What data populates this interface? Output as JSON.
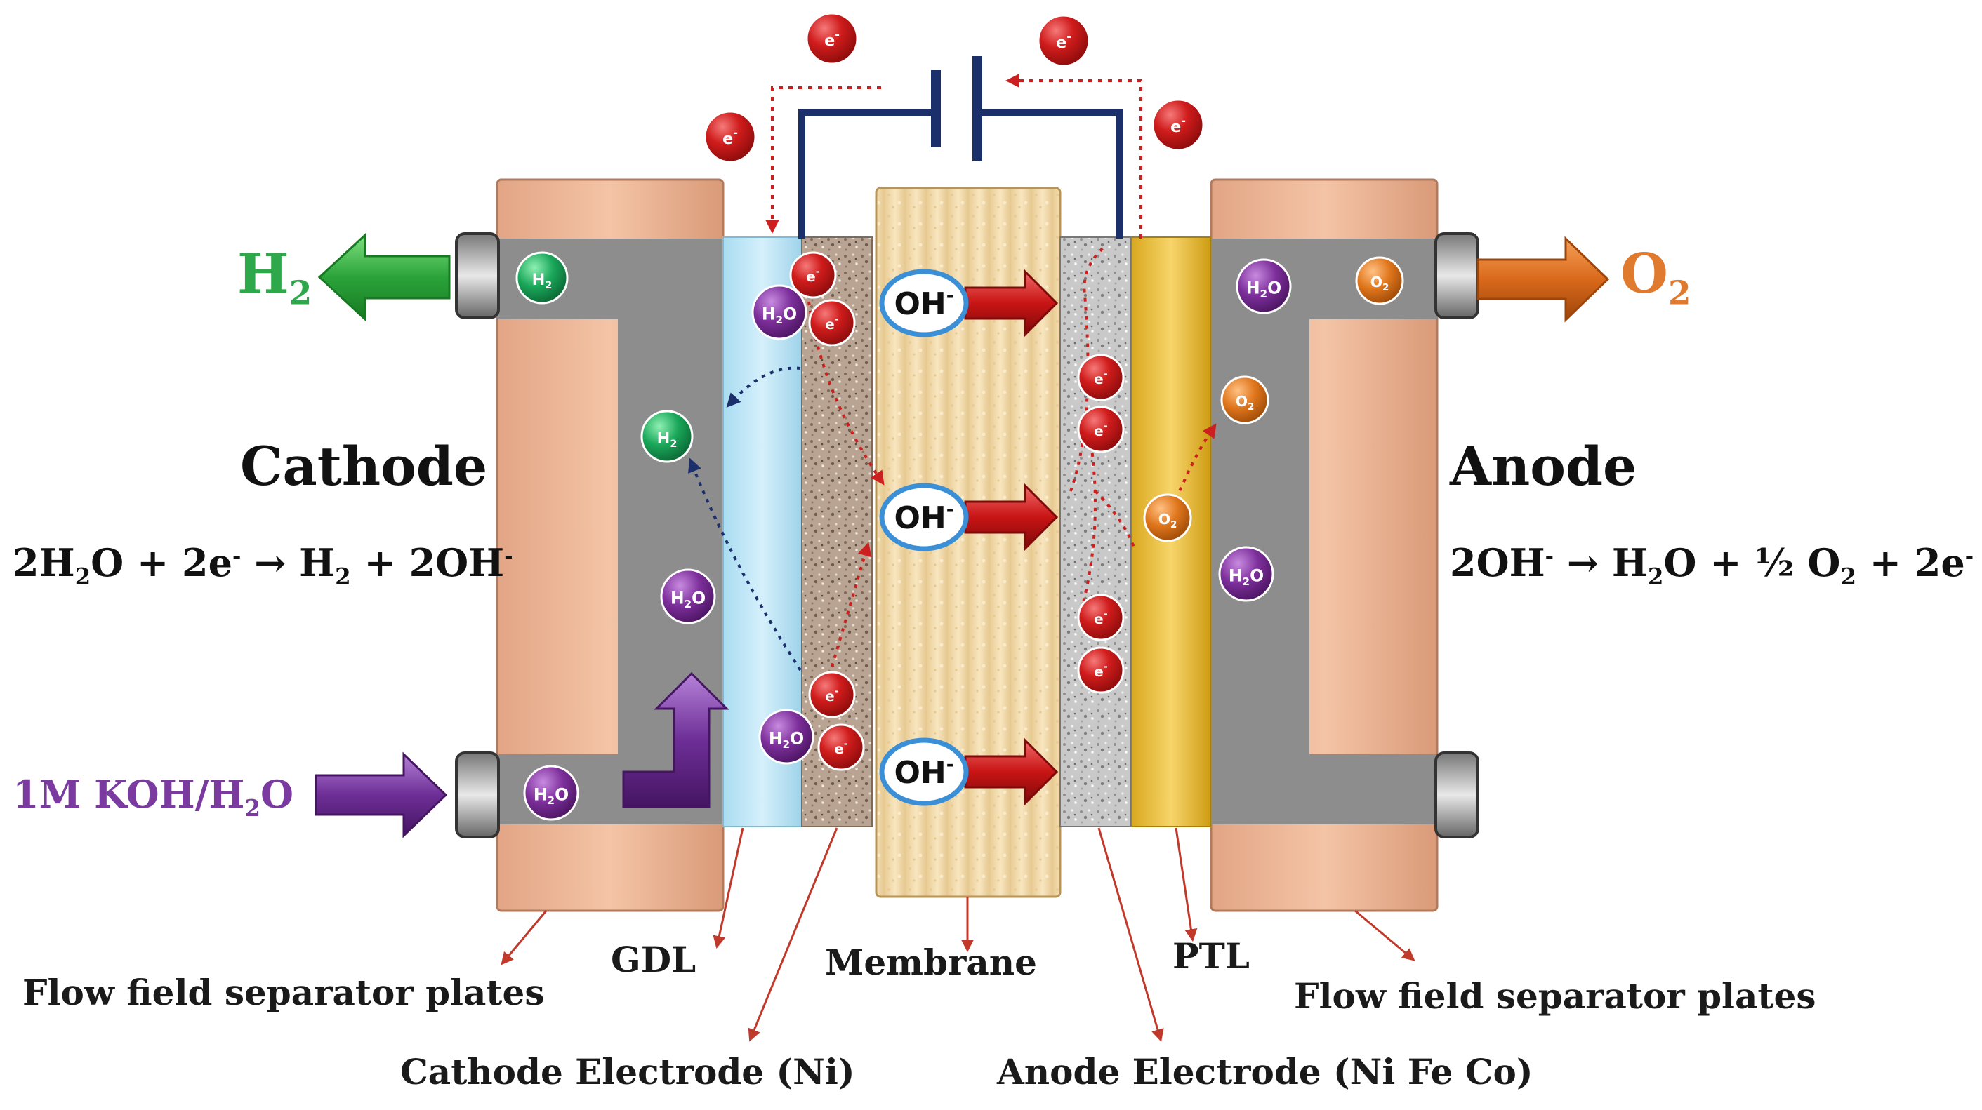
{
  "colors": {
    "plate": "#efb999",
    "channel": "#8d8d8d",
    "gdl": "#bfe6f6",
    "membrane": "#f3dfb3",
    "ptl": "#f1c94a",
    "electron": "#cc1f1f",
    "water": "#7c2d9a",
    "hydrogen": "#1aa75a",
    "oxygen": "#e0761c",
    "hydroxide_arrow": "#d42424",
    "wire": "#1b2f6b",
    "h2_text": "#2fa84b",
    "o2_text": "#e07a2e",
    "feed_text": "#7a3aa0"
  },
  "labels": {
    "cathode": "Cathode",
    "anode": "Anode",
    "h2_base": "H",
    "o2_base": "O",
    "gas_sub": "2",
    "feed_a": "1M KOH/H",
    "feed_sub": "2",
    "feed_b": "O",
    "gdl": "GDL",
    "membrane": "Membrane",
    "ptl": "PTL",
    "flow_plates_left": "Flow field separator plates",
    "flow_plates_right": "Flow field separator plates",
    "cathode_electrode": "Cathode Electrode (Ni)",
    "anode_electrode": "Anode Electrode (Ni Fe Co)"
  },
  "equations": {
    "cathode": {
      "p1": "2H",
      "s1": "2",
      "p2": "O + 2e",
      "sup1": "-",
      "p3": " → H",
      "s2": "2",
      "p4": " + 2OH",
      "sup2": "-"
    },
    "anode": {
      "p1": "2OH",
      "sup1": "-",
      "p2": " → H",
      "s1": "2",
      "p3": "O  + ½ O",
      "s2": "2",
      "p4": " + 2e",
      "sup2": "-"
    }
  },
  "species": {
    "electron": "e",
    "electron_sup": "-",
    "hydroxide": "OH",
    "hydroxide_sup": "-",
    "water_base": "H",
    "water_sub": "2",
    "water_end": "O",
    "hydrogen_base": "H",
    "hydrogen_sub": "2",
    "oxygen_base": "O",
    "oxygen_sub": "2"
  }
}
